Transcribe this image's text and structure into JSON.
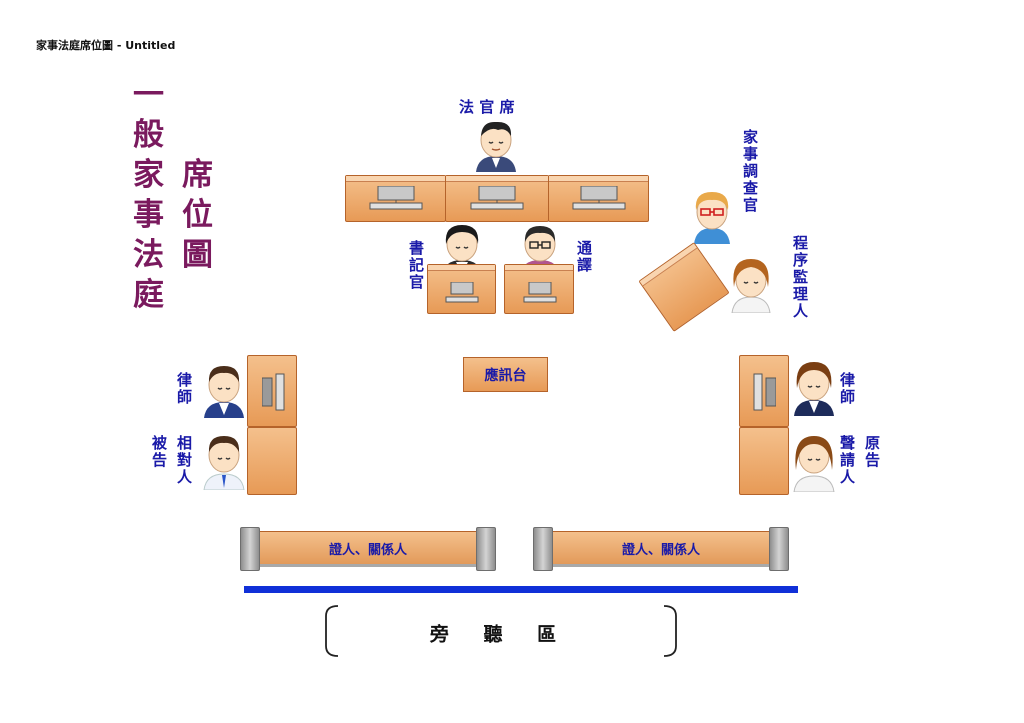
{
  "document": {
    "title": "家事法庭席位圖 - Untitled"
  },
  "heading": {
    "col1": [
      "一",
      "般",
      "家",
      "事",
      "法",
      "庭"
    ],
    "col2": [
      "席",
      "位",
      "圖"
    ]
  },
  "labels": {
    "judge": "法 官 席",
    "clerk": [
      "書",
      "記",
      "官"
    ],
    "interpreter": [
      "通",
      "譯"
    ],
    "investigator": [
      "家",
      "事",
      "調",
      "查",
      "官"
    ],
    "supervisor": [
      "程",
      "序",
      "監",
      "理",
      "人"
    ],
    "lawyer_left": [
      "律",
      "師"
    ],
    "respondent_a": [
      "相",
      "對",
      "人"
    ],
    "respondent_b": [
      "被",
      "告"
    ],
    "lawyer_right": [
      "律",
      "師"
    ],
    "petitioner_a": [
      "聲",
      "請",
      "人"
    ],
    "petitioner_b": [
      "原",
      "告"
    ],
    "witness_stand": "應訊台",
    "witness_bench_left": "證人、關係人",
    "witness_bench_right": "證人、關係人",
    "gallery": "旁 聽 區"
  }
}
